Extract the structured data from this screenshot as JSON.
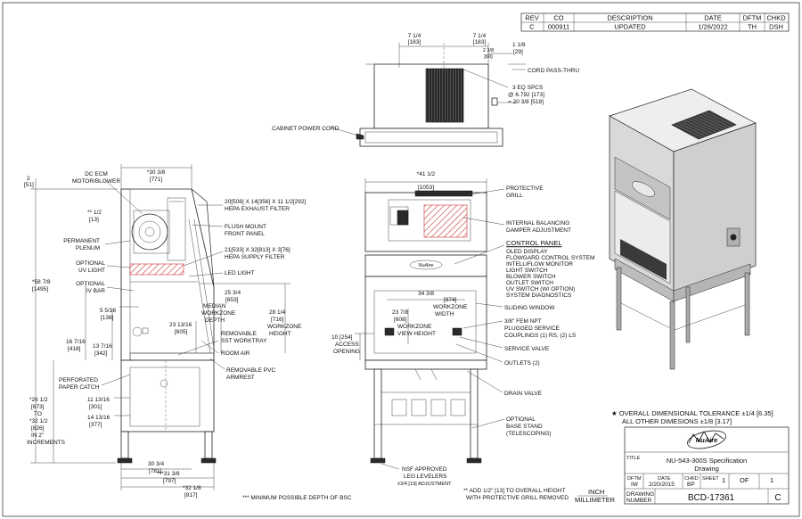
{
  "revision_table": {
    "headers": [
      "REV",
      "CO",
      "DESCRIPTION",
      "DATE",
      "DFTM",
      "CHKD"
    ],
    "row": [
      "C",
      "000911",
      "UPDATED",
      "1/26/2022",
      "TH",
      "DSH"
    ]
  },
  "top_view": {
    "dim_left": "7 1/4",
    "dim_left_mm": "[183]",
    "dim_right": "7 1/4",
    "dim_right_mm": "[183]",
    "dim_small_a": "1 1/8",
    "dim_small_a_mm": "[29]",
    "dim_small_b": "2 3/8",
    "dim_small_b_mm": "[60]",
    "cord_pass_thru": "CORD PASS-THRU",
    "spacing_line1": "3 EQ SPCS",
    "spacing_line2": "@ 6.792 [173]",
    "spacing_line3": "= 20 3/8 [518]",
    "power_cord": "CABINET POWER CORD"
  },
  "side_view": {
    "dim_top_left": "2",
    "dim_top_left_mm": "[51]",
    "width_top": "*30 3/8",
    "width_top_mm": "[771]",
    "dc_motor": [
      "DC ECM",
      "MOTOR/BLOWER"
    ],
    "half_dim": "** 1/2",
    "half_dim_mm": "[13]",
    "permanent_plenum": [
      "PERMANENT",
      "PLENUM"
    ],
    "optional_uv": [
      "OPTIONAL",
      "UV LIGHT"
    ],
    "optional_iv": [
      "OPTIONAL",
      "IV BAR"
    ],
    "height_total": "*58 7/8",
    "height_total_mm": "[1495]",
    "dim_5_5_16": "5 5/16",
    "dim_5_5_16_mm": "[136]",
    "dim_16_7_16": "16 7/16",
    "dim_16_7_16_mm": "[418]",
    "dim_13_7_16": "13 7/16",
    "dim_13_7_16_mm": "[342]",
    "perforated": [
      "PERFORATED",
      "PAPER CATCH"
    ],
    "dim_11_13_16": "11 13/16",
    "dim_11_13_16_mm": "[301]",
    "dim_14_13_16": "14 13/16",
    "dim_14_13_16_mm": "[377]",
    "stand_height": [
      "*26 1/2",
      "[673]",
      "TO",
      "*32 1/2",
      "[826]",
      "IN 2\"",
      "INCREMENTS"
    ],
    "dim_30_3_4": "30 3/4",
    "dim_30_3_4_mm": "[781]",
    "dim_31_3_8": "***31 3/8",
    "dim_31_3_8_mm": "[797]",
    "dim_32_1_8": "*32 1/8",
    "dim_32_1_8_mm": "[817]",
    "min_depth_note": "*** MINIMUM POSSIBLE DEPTH OF BSC",
    "hepa_exhaust": [
      "20[508] X 14[356] X 11 1/2[292]",
      "HEPA EXHAUST FILTER"
    ],
    "flush_mount": [
      "FLUSH MOUNT",
      "FRONT PANEL"
    ],
    "hepa_supply": [
      "21[533] X 32[813] X 3[76]",
      "HEPA SUPPLY FILTER"
    ],
    "led_light": "LED LIGHT",
    "dim_25_3_4": "25 3/4",
    "dim_25_3_4_mm": "[653]",
    "median_depth": [
      "MEDIAN",
      "WORKZONE",
      "DEPTH"
    ],
    "dim_23_13_16": "23 13/16",
    "dim_23_13_16_mm": "[605]",
    "dim_28_1_4": "28 1/4",
    "dim_28_1_4_mm": "[716]",
    "workzone_height": [
      "WORKZONE",
      "HEIGHT"
    ],
    "removable_tray": [
      "REMOVABLE",
      "SST WORKTRAY"
    ],
    "room_air": "ROOM AIR",
    "removable_pvc": [
      "REMOVABLE PVC",
      "ARMREST"
    ]
  },
  "front_view": {
    "width": "*41 1/2",
    "width_mm": "[1053]",
    "protective_grill": [
      "PROTECTIVE",
      "GRILL"
    ],
    "balancing_damper": [
      "INTERNAL BALANCING",
      "DAMPER ADJUSTMENT"
    ],
    "control_panel_title": "CONTROL PANEL",
    "control_panel_items": [
      "OLED DISPLAY",
      "FLOWGARD CONTROL SYSTEM",
      "INTELLIFLOW MONITOR",
      "LIGHT SWITCH",
      "BLOWER SWITCH",
      "OUTLET SWITCH",
      "UV SWITCH (W/ OPTION)",
      "SYSTEM DIAGNOSTICS"
    ],
    "dim_34_3_8": "34 3/8",
    "dim_34_3_8_mm": "[874]",
    "workzone_width": [
      "WORKZONE",
      "WIDTH"
    ],
    "sliding_window": "SLIDING WINDOW",
    "dim_23_7_8": "23 7/8",
    "dim_23_7_8_mm": "[608]",
    "workzone_view": [
      "WORKZONE",
      "VIEW HEIGHT"
    ],
    "fem_npt": [
      "3/8\" FEM NPT",
      "PLUGGED SERVICE",
      "COUPLINGS (1) RS, (2) LS"
    ],
    "access_opening": [
      "10 [254]",
      "ACCESS",
      "OPENING"
    ],
    "service_valve": "SERVICE VALVE",
    "outlets": "OUTLETS (2)",
    "drain_valve": "DRAIN VALVE",
    "base_stand": [
      "OPTIONAL",
      "BASE STAND",
      "(TELESCOPING)"
    ],
    "nsf_leg": [
      "NSF APPROVED",
      "LEG LEVELERS",
      "±3/4 [19] ADJUSTMENT"
    ],
    "add_note": [
      "** ADD 1/2\" [13] TO OVERALL HEIGHT",
      "WITH PROTECTIVE GRILL REMOVED"
    ],
    "units": [
      "INCH",
      "MILLIMETER"
    ],
    "logo_text": "NuAire"
  },
  "tolerance_note": [
    "★ OVERALL DIMENSIONAL TOLERANCE ±1/4 [6.35]",
    "ALL OTHER DIMESIONS ±1/8 [3.17]"
  ],
  "title_block": {
    "title_label": "TITLE",
    "title": "NU-543-300S Specification",
    "subtitle": "Drawing",
    "dftm_label": "DFTM",
    "dftm": "IW",
    "date_label": "DATE",
    "date": "2/20/2015",
    "chkd_label": "CHKD",
    "chkd": "BP",
    "sheet_label": "SHEET",
    "sheet": "1",
    "of_label": "OF",
    "of": "1",
    "drawing_label": [
      "DRAWING",
      "NUMBER"
    ],
    "drawing_number": "BCD-17361",
    "rev": "C"
  },
  "colors": {
    "hatch": "#cc3333",
    "line": "#222222"
  }
}
